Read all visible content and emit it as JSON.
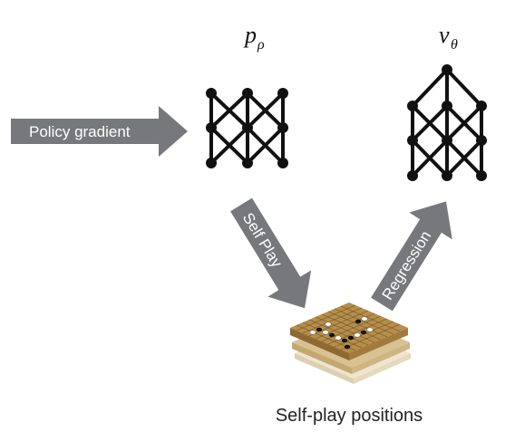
{
  "labels": {
    "policy_gradient": "Policy gradient",
    "self_play": "Self Play",
    "regression": "Regression",
    "caption": "Self-play positions"
  },
  "math": {
    "policy_symbol": "p",
    "policy_subscript": "ρ",
    "value_symbol": "v",
    "value_subscript": "θ"
  },
  "colors": {
    "arrow": "#77787b",
    "network_ink": "#111111",
    "board_top": "#b68d4a",
    "board_mid": "#d5bf8a",
    "board_bottom": "#e8dcc0"
  }
}
